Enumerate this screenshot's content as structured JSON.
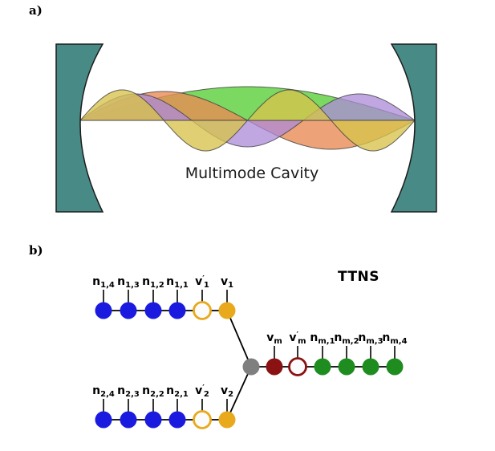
{
  "panel_a": {
    "label": "a)",
    "caption": "Multimode Cavity",
    "mirrors": {
      "color": "#488b86",
      "outline": "#1c1c1c"
    },
    "modes": [
      {
        "name": "mode-green",
        "halfwaves": 1,
        "amplitude": 42,
        "sign": 1,
        "fill": "rgba(100,210,70,0.85)"
      },
      {
        "name": "mode-orange",
        "halfwaves": 2,
        "amplitude": 36,
        "sign": 1,
        "fill": "rgba(232,140,85,0.80)"
      },
      {
        "name": "mode-purple",
        "halfwaves": 3,
        "amplitude": 33,
        "sign": 1,
        "fill": "rgba(172,138,216,0.75)"
      },
      {
        "name": "mode-yellow",
        "halfwaves": 4,
        "amplitude": 38,
        "sign": 1,
        "fill": "rgba(215,195,75,0.78)"
      }
    ]
  },
  "panel_b": {
    "label": "b)",
    "title": "TTNS",
    "palette": {
      "blue": "#1b1be0",
      "yellow": "#e8a91c",
      "green": "#1f8c1f",
      "darkred": "#8b1212",
      "gray": "#7f7f7f",
      "open_fill": "#fbfbfb",
      "edge": "#000000"
    },
    "hub": {
      "style": "gray"
    },
    "chains": [
      {
        "name": "mode-1-arm",
        "nodes": [
          {
            "base": "n",
            "sub": "1,4",
            "style": "blue"
          },
          {
            "base": "n",
            "sub": "1,3",
            "style": "blue"
          },
          {
            "base": "n",
            "sub": "1,2",
            "style": "blue"
          },
          {
            "base": "n",
            "sub": "1,1",
            "style": "blue"
          },
          {
            "base": "v",
            "prime": true,
            "sub": "1",
            "style": "open-yellow"
          },
          {
            "base": "v",
            "sub": "1",
            "style": "yellow"
          }
        ]
      },
      {
        "name": "mode-2-arm",
        "nodes": [
          {
            "base": "n",
            "sub": "2,4",
            "style": "blue"
          },
          {
            "base": "n",
            "sub": "2,3",
            "style": "blue"
          },
          {
            "base": "n",
            "sub": "2,2",
            "style": "blue"
          },
          {
            "base": "n",
            "sub": "2,1",
            "style": "blue"
          },
          {
            "base": "v",
            "prime": true,
            "sub": "2",
            "style": "open-yellow"
          },
          {
            "base": "v",
            "sub": "2",
            "style": "yellow"
          }
        ]
      },
      {
        "name": "mode-m-arm",
        "nodes": [
          {
            "base": "v",
            "sub": "m",
            "style": "darkred"
          },
          {
            "base": "v",
            "prime": true,
            "sub": "m",
            "style": "open-darkred"
          },
          {
            "base": "n",
            "sub": "m,1",
            "style": "green"
          },
          {
            "base": "n",
            "sub": "m,2",
            "style": "green"
          },
          {
            "base": "n",
            "sub": "m,3",
            "style": "green"
          },
          {
            "base": "n",
            "sub": "m,4",
            "style": "green"
          }
        ]
      }
    ]
  }
}
